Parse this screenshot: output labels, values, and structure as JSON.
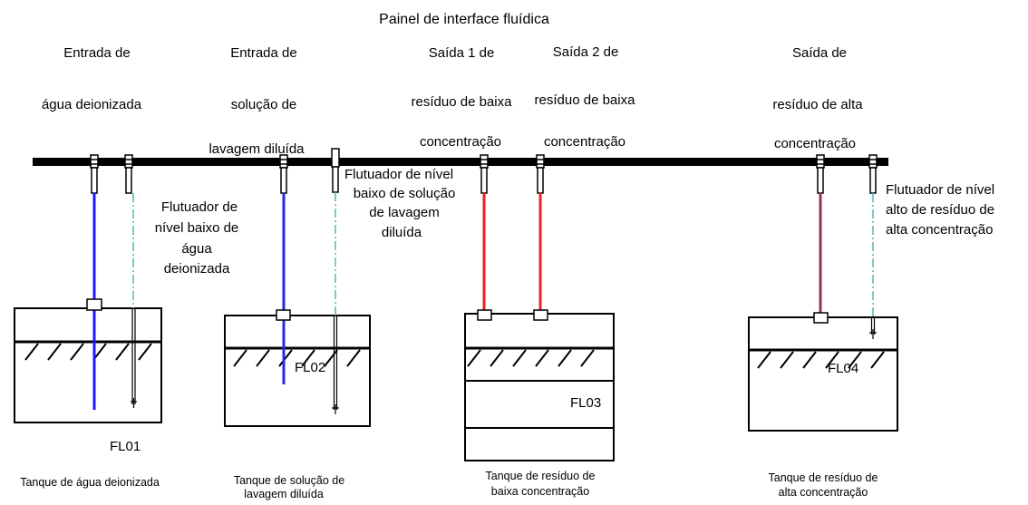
{
  "title": "Painel de interface fluídica",
  "ports": [
    {
      "line1": "Entrada de",
      "line2": "água deionizada",
      "line3": ""
    },
    {
      "line1": "Entrada  de",
      "line2": "solução  de",
      "line3": "lavagem diluída"
    },
    {
      "line1": "Saída 1 de",
      "line2": "resíduo de baixa",
      "line3": "concentração"
    },
    {
      "line1": "Saída 2 de",
      "line2": "resíduo de baixa",
      "line3": "concentração"
    },
    {
      "line1": "Saída de",
      "line2": "resíduo de alta",
      "line3": "concentração"
    }
  ],
  "floats": [
    {
      "lines": [
        "Flutuador de",
        "nível baixo de",
        "água",
        "deionizada"
      ]
    },
    {
      "lines": [
        "Flutuador de nível",
        "baixo de solução",
        "de lavagem",
        "diluída"
      ]
    },
    {
      "lines": [
        "Flutuador de nível",
        "alto de resíduo de",
        "alta concentração"
      ]
    }
  ],
  "tanks": [
    {
      "id": "FL01",
      "caption1": "Tanque de água deionizada",
      "caption2": ""
    },
    {
      "id": "FL02",
      "caption1": "Tanque de solução de",
      "caption2": "lavagem diluída"
    },
    {
      "id": "FL03",
      "caption1": "Tanque de resíduo de",
      "caption2": "baixa concentração"
    },
    {
      "id": "FL04",
      "caption1": "Tanque de resíduo de",
      "caption2": "alta concentração"
    }
  ],
  "colors": {
    "water_line": "#1a1aff",
    "wash_line": "#2a2ad8",
    "low_waste_line": "#ee2222",
    "high_waste_line": "#993355",
    "float_line": "#4fb8b8",
    "panel_bar": "#000000"
  }
}
